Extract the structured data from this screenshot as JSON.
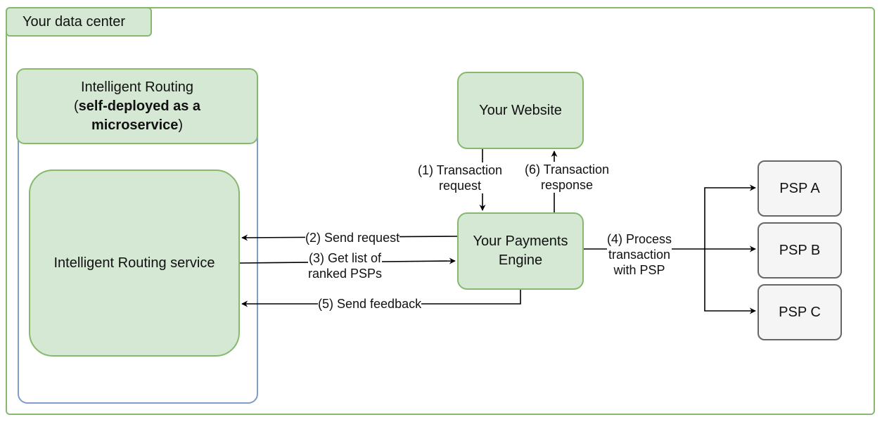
{
  "data_center": {
    "label": "Your data center"
  },
  "intelligent_routing": {
    "header_line1": "Intelligent Routing",
    "header_bold": "self-deployed as a microservice",
    "header_bold_line1": "self-deployed as a",
    "header_bold_line2": "microservice",
    "open_paren": "(",
    "close_paren": ")",
    "service_label": "Intelligent Routing service"
  },
  "website": {
    "label": "Your Website"
  },
  "engine": {
    "label_line1": "Your Payments",
    "label_line2": "Engine"
  },
  "psps": [
    {
      "label": "PSP A"
    },
    {
      "label": "PSP B"
    },
    {
      "label": "PSP C"
    }
  ],
  "steps": {
    "s1_line1": "(1) Transaction",
    "s1_line2": "request",
    "s2": "(2) Send request",
    "s3_line1": "(3) Get list of",
    "s3_line2": "ranked PSPs",
    "s4_line1": "(4) Process",
    "s4_line2": "transaction",
    "s4_line3": "with PSP",
    "s5": "(5) Send feedback",
    "s6_line1": "(6) Transaction",
    "s6_line2": "response"
  },
  "colors": {
    "green_fill": "#d5e8d4",
    "green_stroke": "#86b86e",
    "blue_stroke": "#7e9dc9",
    "psp_fill": "#f5f5f5",
    "psp_stroke": "#666666"
  }
}
